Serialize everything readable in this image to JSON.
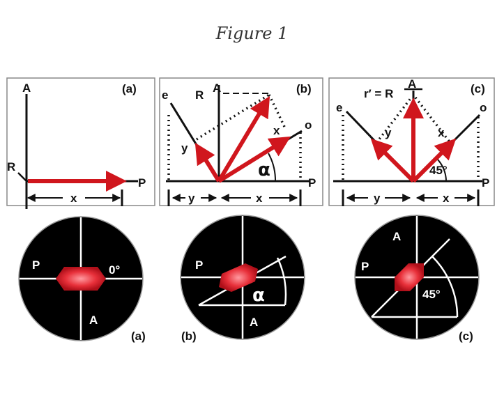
{
  "figure_title": "Figure 1",
  "panels": {
    "a": {
      "tag": "(a)",
      "labels": {
        "A": "A",
        "P": "P",
        "R": "R",
        "x": "x",
        "I": "I"
      },
      "micro_angle": "0°",
      "micro_P": "P",
      "micro_A": "A",
      "micro_tag": "(a)"
    },
    "b": {
      "tag": "(b)",
      "labels": {
        "A": "A",
        "P": "P",
        "R": "R",
        "e": "e",
        "o": "o",
        "x": "x",
        "y": "y",
        "x_dim": "x",
        "y_dim": "y",
        "I_left": "I",
        "I_right": "I"
      },
      "angle": "α",
      "micro_P": "P",
      "micro_A": "A",
      "micro_angle": "α",
      "micro_tag": "(b)"
    },
    "c": {
      "tag": "(c)",
      "labels": {
        "A": "A",
        "P": "P",
        "r_eq": "r′ = R",
        "e": "e",
        "o": "o",
        "x": "x",
        "y": "y",
        "x_dim": "x",
        "y_dim": "y",
        "I_left": "I",
        "I_right": "I"
      },
      "angle": "45°",
      "micro_P": "P",
      "micro_A": "A",
      "micro_angle": "45°",
      "micro_tag": "(c)"
    }
  },
  "colors": {
    "arrow_red": "#d0161d",
    "frame": "#888888",
    "disc": "#000000",
    "crystal": "#e8303a"
  }
}
